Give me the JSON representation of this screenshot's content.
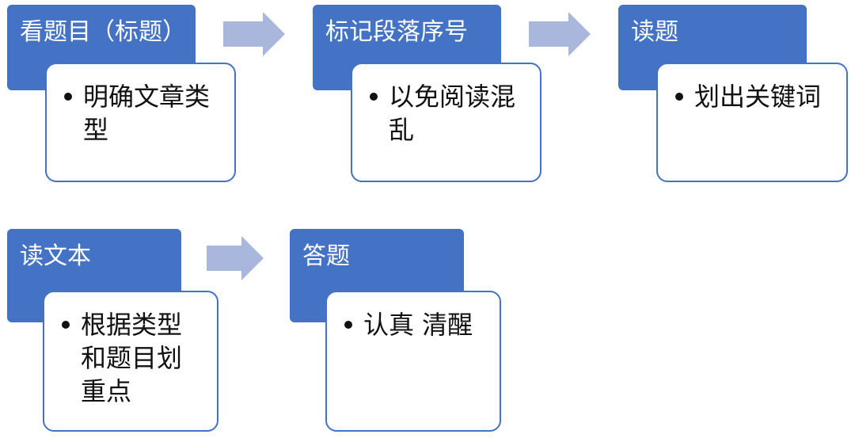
{
  "colors": {
    "header_fill": "#4472c4",
    "body_border": "#4472c4",
    "arrow_fill": "#aab7dc"
  },
  "steps": [
    {
      "title": "看题目（标题）",
      "detail": "明确文章类型"
    },
    {
      "title": "标记段落序号",
      "detail": "以免阅读混乱"
    },
    {
      "title": "读题",
      "detail": "划出关键词"
    },
    {
      "title": "读文本",
      "detail": "根据类型和题目划重点"
    },
    {
      "title": "答题",
      "detail": "认真 清醒"
    }
  ]
}
